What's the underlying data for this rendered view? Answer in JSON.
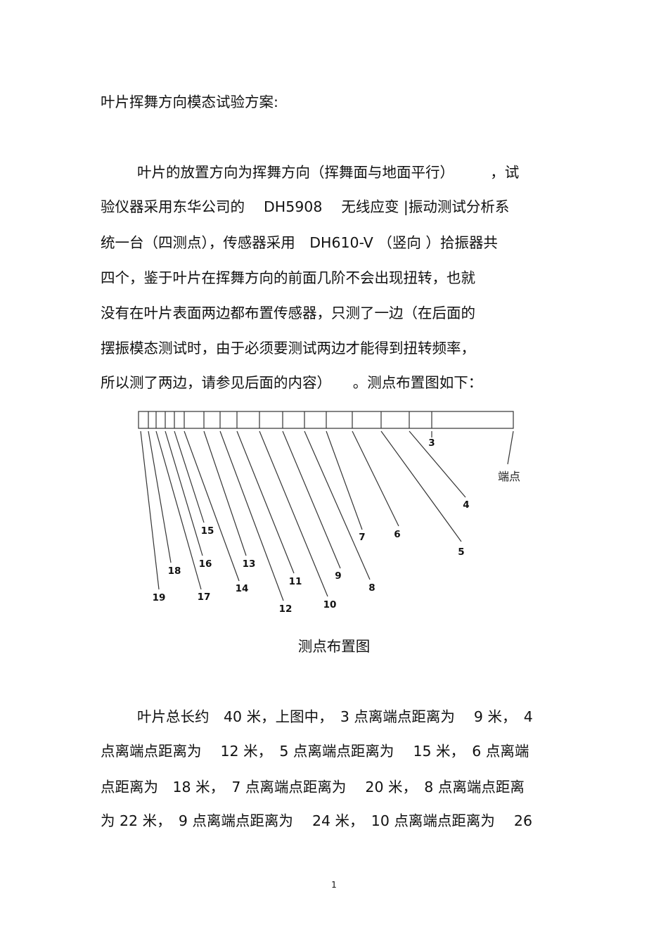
{
  "title": "叶片挥舞方向模态试验方案:",
  "paragraph1_lines": [
    "叶片的放置方向为挥舞方向（挥舞面与地面平行）　　　，试",
    "验仪器采用东华公司的　 DH5908 　无线应变 |振动测试分析系",
    "统一台（四测点），传感器采用　DH610-V （竖向 ）拾振器共",
    "四个，鉴于叶片在挥舞方向的前面几阶不会出现扭转，也就",
    "没有在叶片表面两边都布置传感器，只测了一边（在后面的",
    "摆振模态测试时，由于必须要测试两边才能得到扭转频率，",
    "所以测了两边，请参见后面的内容）　　。测点布置图如下："
  ],
  "diagram": {
    "end_label": "端点",
    "point_labels": [
      "19",
      "18",
      "17",
      "16",
      "15",
      "14",
      "13",
      "12",
      "11",
      "10",
      "9",
      "8",
      "7",
      "6",
      "5",
      "4",
      "3"
    ]
  },
  "caption": "测点布置图",
  "paragraph2_lines": [
    "叶片总长约　40 米，上图中，　3 点离端点距离为　 9 米，　4",
    "点离端点距离为　 12 米，　5 点离端点距离为　 15 米，　6 点离端",
    "点距离为　18 米，　7 点离端点距离为　 20 米，　8 点离端点距离",
    "为 22 米，　9 点离端点距离为　 24 米，　10 点离端点距离为　 26"
  ],
  "page_number": "1"
}
